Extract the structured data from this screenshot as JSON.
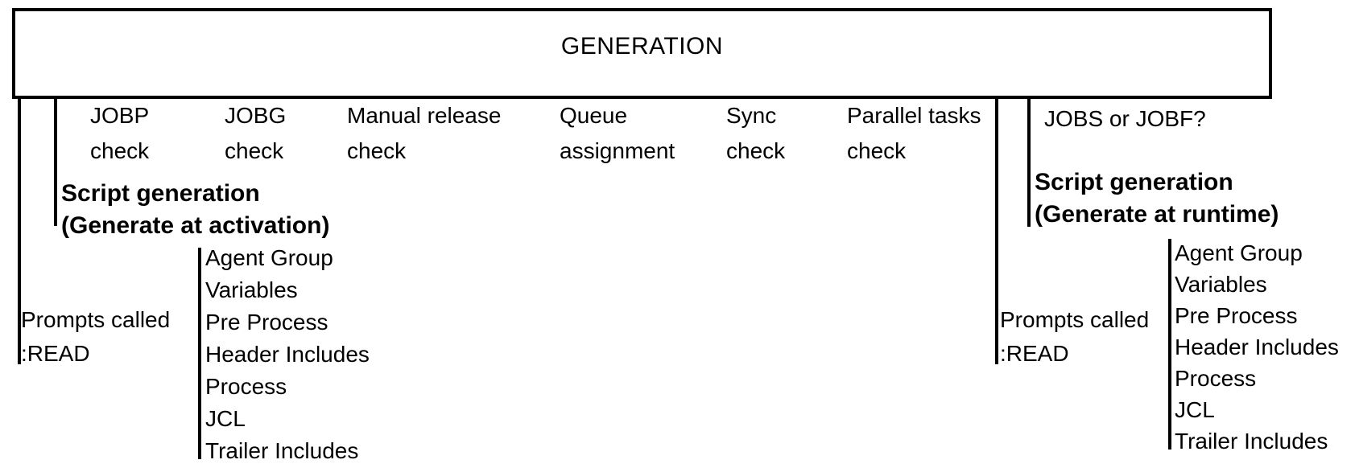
{
  "diagram": {
    "title": "GENERATION",
    "background_color": "#ffffff",
    "line_color": "#000000",
    "text_color": "#000000"
  },
  "generation_steps": [
    {
      "label": "JOBP\ncheck"
    },
    {
      "label": "JOBG\ncheck"
    },
    {
      "label": "Manual release\ncheck"
    },
    {
      "label": "Queue\nassignment"
    },
    {
      "label": "Sync\ncheck"
    },
    {
      "label": "Parallel tasks\ncheck"
    },
    {
      "label": "JOBS or JOBF?"
    }
  ],
  "activation_branch": {
    "script_generation_label": "Script generation\n(Generate at activation)",
    "prompts_label": "Prompts called\n:READ",
    "script_sections": [
      "Agent Group",
      "Variables",
      "Pre Process",
      "Header Includes",
      "Process",
      "JCL",
      "Trailer Includes"
    ]
  },
  "runtime_branch": {
    "script_generation_label": "Script generation\n(Generate at runtime)",
    "prompts_label": "Prompts called\n:READ",
    "script_sections": [
      "Agent Group",
      "Variables",
      "Pre Process",
      "Header Includes",
      "Process",
      "JCL",
      "Trailer Includes"
    ]
  }
}
